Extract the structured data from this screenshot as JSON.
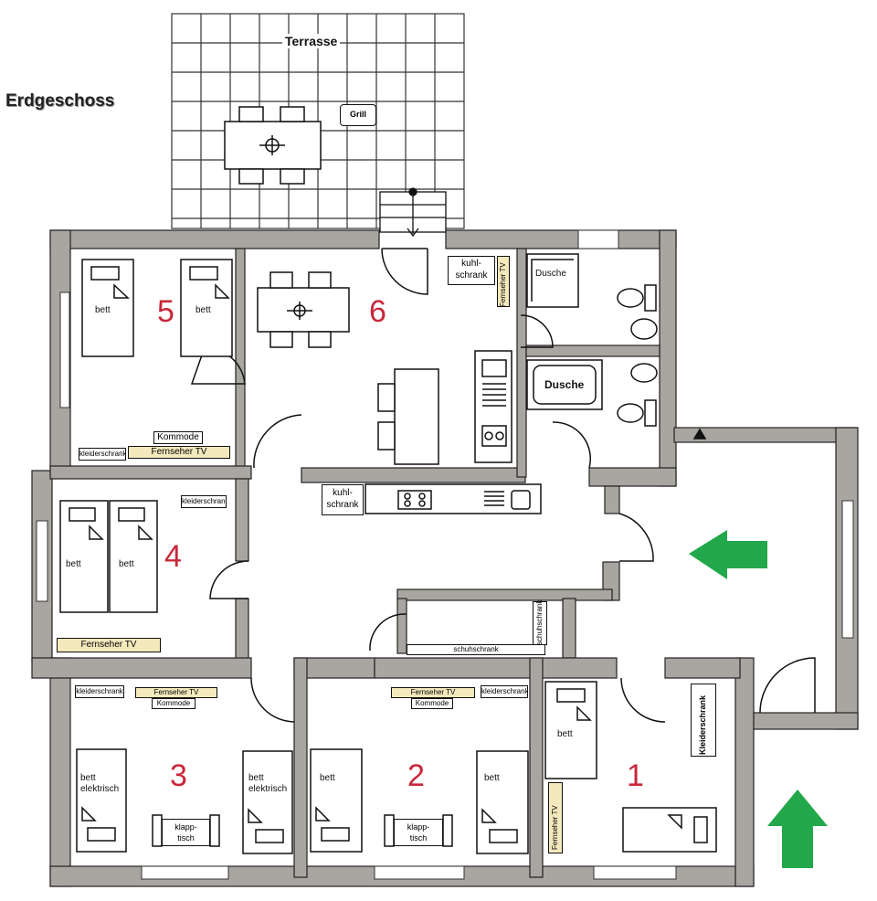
{
  "title": "Erdgeschoss",
  "terrace": {
    "label": "Terrasse",
    "grill": "Grill"
  },
  "rooms": {
    "r1": {
      "number": "1",
      "bed": "bett",
      "wardrobe": "Kleiderschrank",
      "tv": "Fernseher TV"
    },
    "r2": {
      "number": "2",
      "bed_left": "bett",
      "bed_right": "bett",
      "tv": "Fernseher TV",
      "dresser": "Kommode",
      "wardrobe": "kleiderschrank",
      "table_1": "klapp-",
      "table_2": "tisch"
    },
    "r3": {
      "number": "3",
      "bed_left_1": "bett",
      "bed_left_2": "elektrisch",
      "bed_right_1": "bett",
      "bed_right_2": "elektrisch",
      "wardrobe": "kleiderschrank",
      "tv": "Fernseher TV",
      "dresser": "Kommode",
      "table_1": "klapp-",
      "table_2": "tisch"
    },
    "r4": {
      "number": "4",
      "bed_left": "bett",
      "bed_right": "bett",
      "wardrobe": "kleiderschrank",
      "tv": "Fernseher TV"
    },
    "r5": {
      "number": "5",
      "bed_left": "bett",
      "bed_right": "bett",
      "dresser": "Kommode",
      "tv": "Fernseher TV",
      "wardrobe": "kleiderschrank"
    },
    "r6": {
      "number": "6",
      "fridge_1": "kuhl-",
      "fridge_2": "schrank",
      "tv": "Fernseher TV"
    }
  },
  "hall": {
    "fridge_1": "kuhl-",
    "fridge_2": "schrank",
    "shoe_cabinet_h": "schuhschrank",
    "shoe_cabinet_v": "schuhschrank"
  },
  "bath": {
    "shower_1": "Dusche",
    "shower_2": "Dusche"
  },
  "colors": {
    "wall": "#a9a6a1",
    "wall_edge": "#222222",
    "room_number": "#c8283a",
    "arrow": "#22a84a",
    "label_fill": "#f4e9bd"
  }
}
